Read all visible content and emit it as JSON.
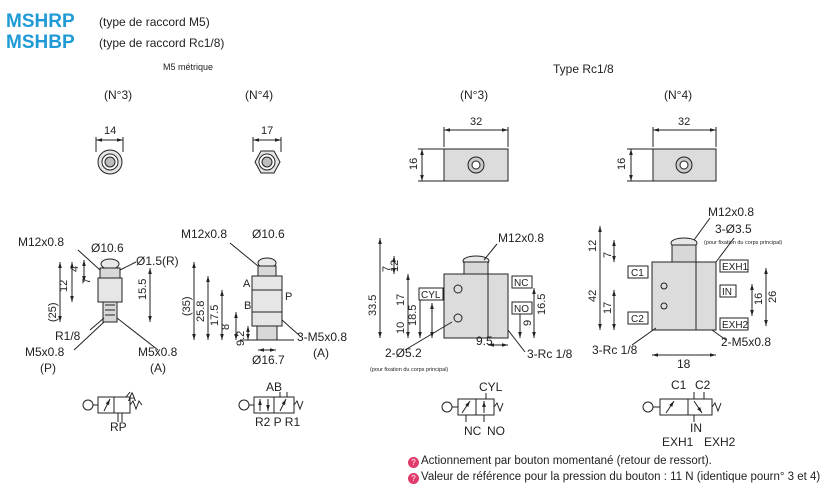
{
  "header": {
    "model1": "MSHRP",
    "model1_desc": "(type de raccord M5)",
    "model2": "MSHBP",
    "model2_desc": "(type de raccord Rc1/8)",
    "subtitle_m5": "M5 métrique",
    "subtitle_rc": "Type Rc1/8"
  },
  "views": {
    "n3": "(N°3)",
    "n4": "(N°4)"
  },
  "dims": {
    "d14": "14",
    "d17": "17",
    "d32a": "32",
    "d32b": "32",
    "d16a": "16",
    "d16b": "16",
    "m12": "M12x0.8",
    "o106": "Ø10.6",
    "o15r": "Ø1.5(R)",
    "d12": "12",
    "d4": "4",
    "d7": "7",
    "d155": "15.5",
    "d25": "(25)",
    "r18": "R1/8",
    "m5": "M5x0.8",
    "p": "(P)",
    "m5b": "M5x0.8",
    "a": "(A)",
    "m12b": "M12x0.8",
    "o106b": "Ø10.6",
    "d35": "(35)",
    "d258": "25.8",
    "d175": "17.5",
    "d8": "8",
    "d92": "9.2",
    "la": "A",
    "lb": "B",
    "lp": "P",
    "m5c": "3-M5x0.8",
    "ac": "(A)",
    "o167": "Ø16.7",
    "m12c": "M12x0.8",
    "d12c": "12",
    "d7c": "7",
    "d335": "33.5",
    "d17c": "17",
    "d10": "10",
    "d185": "18.5",
    "cyl": "CYL",
    "nc": "NC",
    "no": "NO",
    "d9": "9",
    "d165": "16.5",
    "o52": "2-Ø5.2",
    "d95": "9.5",
    "rc": "3-Rc 1/8",
    "fix1": "(pour fixation du corps principal)",
    "m12d": "M12x0.8",
    "o35": "3-Ø3.5",
    "fix2": "(pour fixation du corps principal)",
    "d12d": "12",
    "d7d": "7",
    "d42": "42",
    "d17d": "17",
    "c1": "C1",
    "c2": "C2",
    "exh1": "EXH1",
    "in": "IN",
    "exh2": "EXH2",
    "d16c": "16",
    "d26": "26",
    "rc2": "3-Rc 1/8",
    "d18": "18",
    "m5d": "2-M5x0.8"
  },
  "symbols": {
    "s1_a": "A",
    "s1_rp": "RP",
    "s2_ab": "AB",
    "s2_ports": "R2 P R1",
    "s3_cyl": "CYL",
    "s3_nc": "NC",
    "s3_no": "NO",
    "s4_c1": "C1",
    "s4_c2": "C2",
    "s4_in": "IN",
    "s4_exh1": "EXH1",
    "s4_exh2": "EXH2"
  },
  "notes": {
    "note1": "Actionnement par bouton momentané (retour de ressort).",
    "note2": "Valeur de référence pour la pression du bouton : 11 N (identique pourn° 3 et 4)"
  },
  "colors": {
    "title": "#1f9ad6",
    "part": "#dcdcdc",
    "note_icon": "#e23b6b"
  }
}
